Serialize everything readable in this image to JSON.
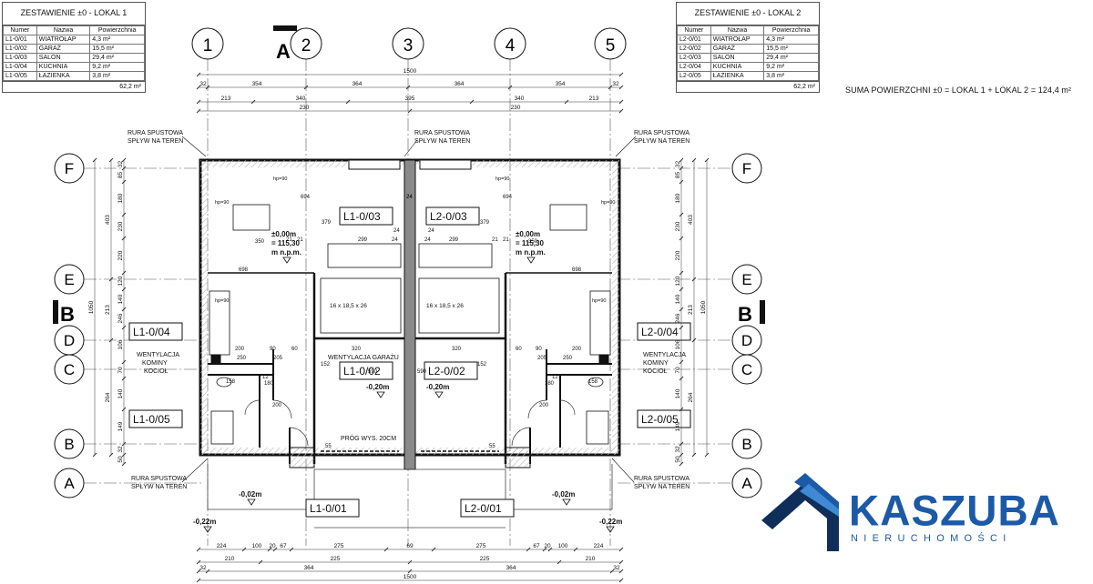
{
  "schedule1": {
    "title": "ZESTAWIENIE ±0 - LOKAL 1",
    "headers": [
      "Numer",
      "Nazwa",
      "Powierzchnia"
    ],
    "rows": [
      {
        "num": "L1-0/01",
        "name": "WIATROŁAP",
        "area": "4,3 m²"
      },
      {
        "num": "L1-0/02",
        "name": "GARAŻ",
        "area": "15,5 m²"
      },
      {
        "num": "L1-0/03",
        "name": "SALON",
        "area": "29,4 m²"
      },
      {
        "num": "L1-0/04",
        "name": "KUCHNIA",
        "area": "9,2 m²"
      },
      {
        "num": "L1-0/05",
        "name": "ŁAZIENKA",
        "area": "3,8 m²"
      }
    ],
    "total": "62,2 m²"
  },
  "schedule2": {
    "title": "ZESTAWIENIE ±0 - LOKAL 2",
    "headers": [
      "Numer",
      "Nazwa",
      "Powierzchnia"
    ],
    "rows": [
      {
        "num": "L2-0/01",
        "name": "WIATROŁAP",
        "area": "4,3 m²"
      },
      {
        "num": "L2-0/02",
        "name": "GARAŻ",
        "area": "15,5 m²"
      },
      {
        "num": "L2-0/03",
        "name": "SALON",
        "area": "29,4 m²"
      },
      {
        "num": "L2-0/04",
        "name": "KUCHNIA",
        "area": "9,2 m²"
      },
      {
        "num": "L2-0/05",
        "name": "ŁAZIENKA",
        "area": "3,8 m²"
      }
    ],
    "total": "62,2 m²"
  },
  "summary": "SUMA POWIERZCHNI ±0 = LOKAL 1 + LOKAL 2 = 124,4 m²",
  "axes_vertical": [
    "1",
    "2",
    "3",
    "4",
    "5"
  ],
  "axes_horizontal": [
    "F",
    "E",
    "D",
    "C",
    "B",
    "A"
  ],
  "section_a": "A",
  "section_b": "B",
  "dims": {
    "top_total": "1500",
    "top_row1": [
      "32",
      "354",
      "364",
      "364",
      "354",
      "32"
    ],
    "top_row2": [
      "213",
      "340",
      "395",
      "340",
      "213"
    ],
    "top_row3": [
      "230",
      "230"
    ],
    "bottom_row1": [
      "224",
      "100",
      "20",
      "67",
      "275",
      "69",
      "275",
      "67",
      "20",
      "100",
      "224"
    ],
    "bottom_row2": [
      "210",
      "225",
      "225",
      "210"
    ],
    "bottom_row3": [
      "32",
      "364",
      "364",
      "32"
    ],
    "bottom_total": "1500",
    "left_total": "1050",
    "left_col": [
      "403",
      "213",
      "264"
    ],
    "left_fine": [
      "32",
      "85",
      "180",
      "230",
      "220",
      "120",
      "140",
      "246",
      "106",
      "70",
      "140",
      "149",
      "32",
      "50"
    ]
  },
  "rooms": [
    {
      "id": "L1-0/03"
    },
    {
      "id": "L2-0/03"
    },
    {
      "id": "L1-0/04"
    },
    {
      "id": "L2-0/04"
    },
    {
      "id": "L1-0/02"
    },
    {
      "id": "L2-0/02"
    },
    {
      "id": "L1-0/05"
    },
    {
      "id": "L2-0/05"
    },
    {
      "id": "L1-0/01"
    },
    {
      "id": "L2-0/01"
    }
  ],
  "labels": {
    "rura": "RURA SPUSTOWA",
    "splyw": "SPŁYW NA TEREN",
    "level_main": "±0,00m",
    "level_main2": "= 115,30",
    "level_main3": "m n.p.m.",
    "level_garage": "-0,20m",
    "level_entry": "-0,02m",
    "level_outside": "-0,22m",
    "wentylacja": "WENTYLACJA",
    "kominy": "KOMINY",
    "kociol": "KOCIOŁ",
    "wentylacja_garazu": "WENTYLACJA GARAŻU",
    "prog": "PRÓG WYS. 20CM",
    "stairs": "16 x 18,5 x 26",
    "hp": "hp=90"
  },
  "inner_dims": [
    "694",
    "379",
    "24",
    "299",
    "350",
    "24",
    "21",
    "21",
    "24",
    "698",
    "200",
    "320",
    "90",
    "60",
    "205",
    "250",
    "180",
    "158",
    "12",
    "200",
    "590",
    "152",
    "55"
  ],
  "logo": {
    "name": "KASZUBA",
    "subtitle": "NIERUCHOMOŚCI"
  },
  "colors": {
    "logo_blue": "#1c5aa8",
    "logo_dark": "#0f2f5a",
    "ink": "#111111",
    "wall_fill": "#8a8a8a",
    "hatch": "#b5b5b5"
  }
}
